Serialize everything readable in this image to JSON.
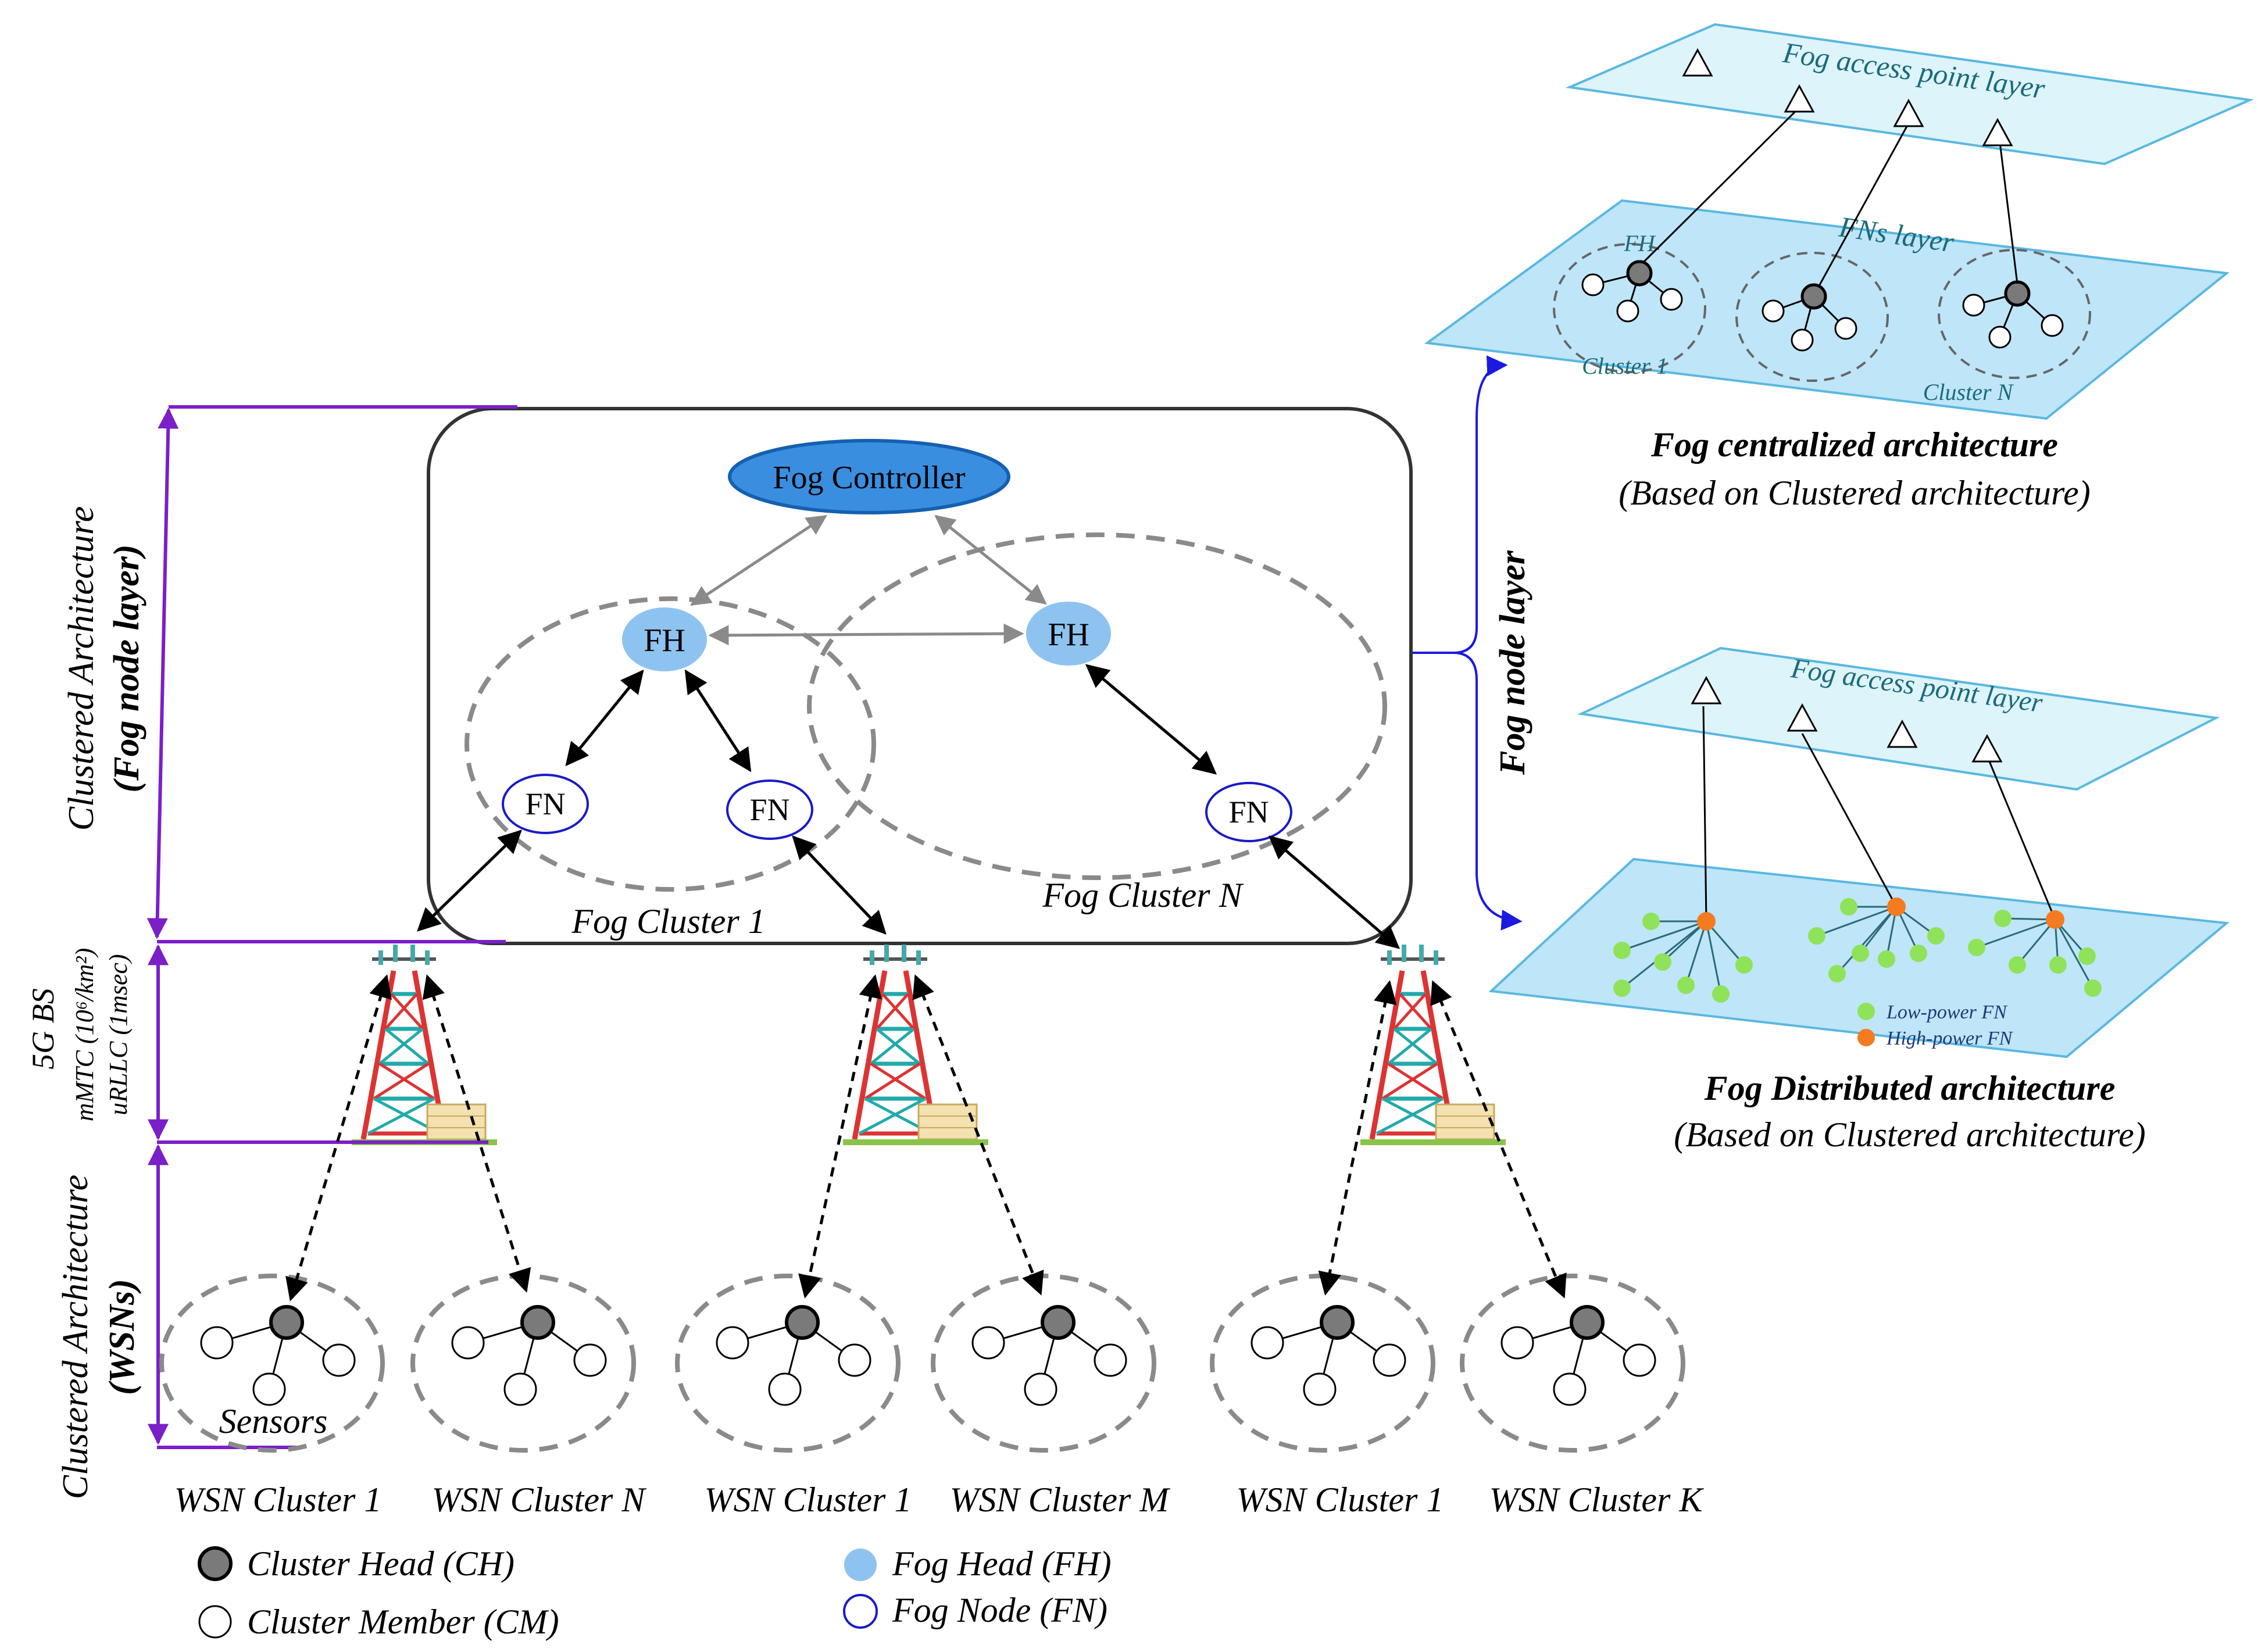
{
  "fog_box": {
    "controller": "Fog Controller",
    "fh": "FH",
    "fn": "FN",
    "cluster1": "Fog Cluster 1",
    "clusterN": "Fog Cluster N"
  },
  "left_axis": {
    "fog_line1": "Clustered Architecture",
    "fog_line2": "(Fog node layer)",
    "bs_line1": "5G BS",
    "bs_line2": "mMTC (10⁶/km²)",
    "bs_line3": "uRLLC (1msec)",
    "wsn_line1": "Clustered Architecture",
    "wsn_line2": "(WSNs)"
  },
  "wsn": {
    "sensors": "Sensors",
    "labels": [
      "WSN Cluster 1",
      "WSN Cluster N",
      "WSN Cluster 1",
      "WSN Cluster M",
      "WSN Cluster 1",
      "WSN Cluster K"
    ]
  },
  "legend": {
    "ch": "Cluster Head (CH)",
    "cm": "Cluster Member (CM)",
    "fh": "Fog Head (FH)",
    "fn": "Fog Node (FN)"
  },
  "fog_node_layer": "Fog node layer",
  "centralized": {
    "ap_layer": "Fog access point layer",
    "fns_layer": "FNs layer",
    "fh": "FH",
    "cluster1": "Cluster 1",
    "clusterN": "Cluster N",
    "title": "Fog centralized architecture",
    "subtitle": "(Based on Clustered architecture)"
  },
  "distributed": {
    "ap_layer": "Fog access point layer",
    "low_power": "Low-power FN",
    "high_power": "High-power FN",
    "title": "Fog Distributed architecture",
    "subtitle": "(Based on Clustered architecture)"
  },
  "colors": {
    "purple": "#7B1FC8",
    "controller": "#3A8EE0",
    "fh": "#8EC3F0",
    "fn_stroke": "#1A1AC8",
    "ch": "#7A7A7A",
    "layer_light": "#DDF4FB",
    "layer_mid": "#BFE5F8",
    "low_power": "#8EE35A",
    "high_power": "#F47B20"
  }
}
